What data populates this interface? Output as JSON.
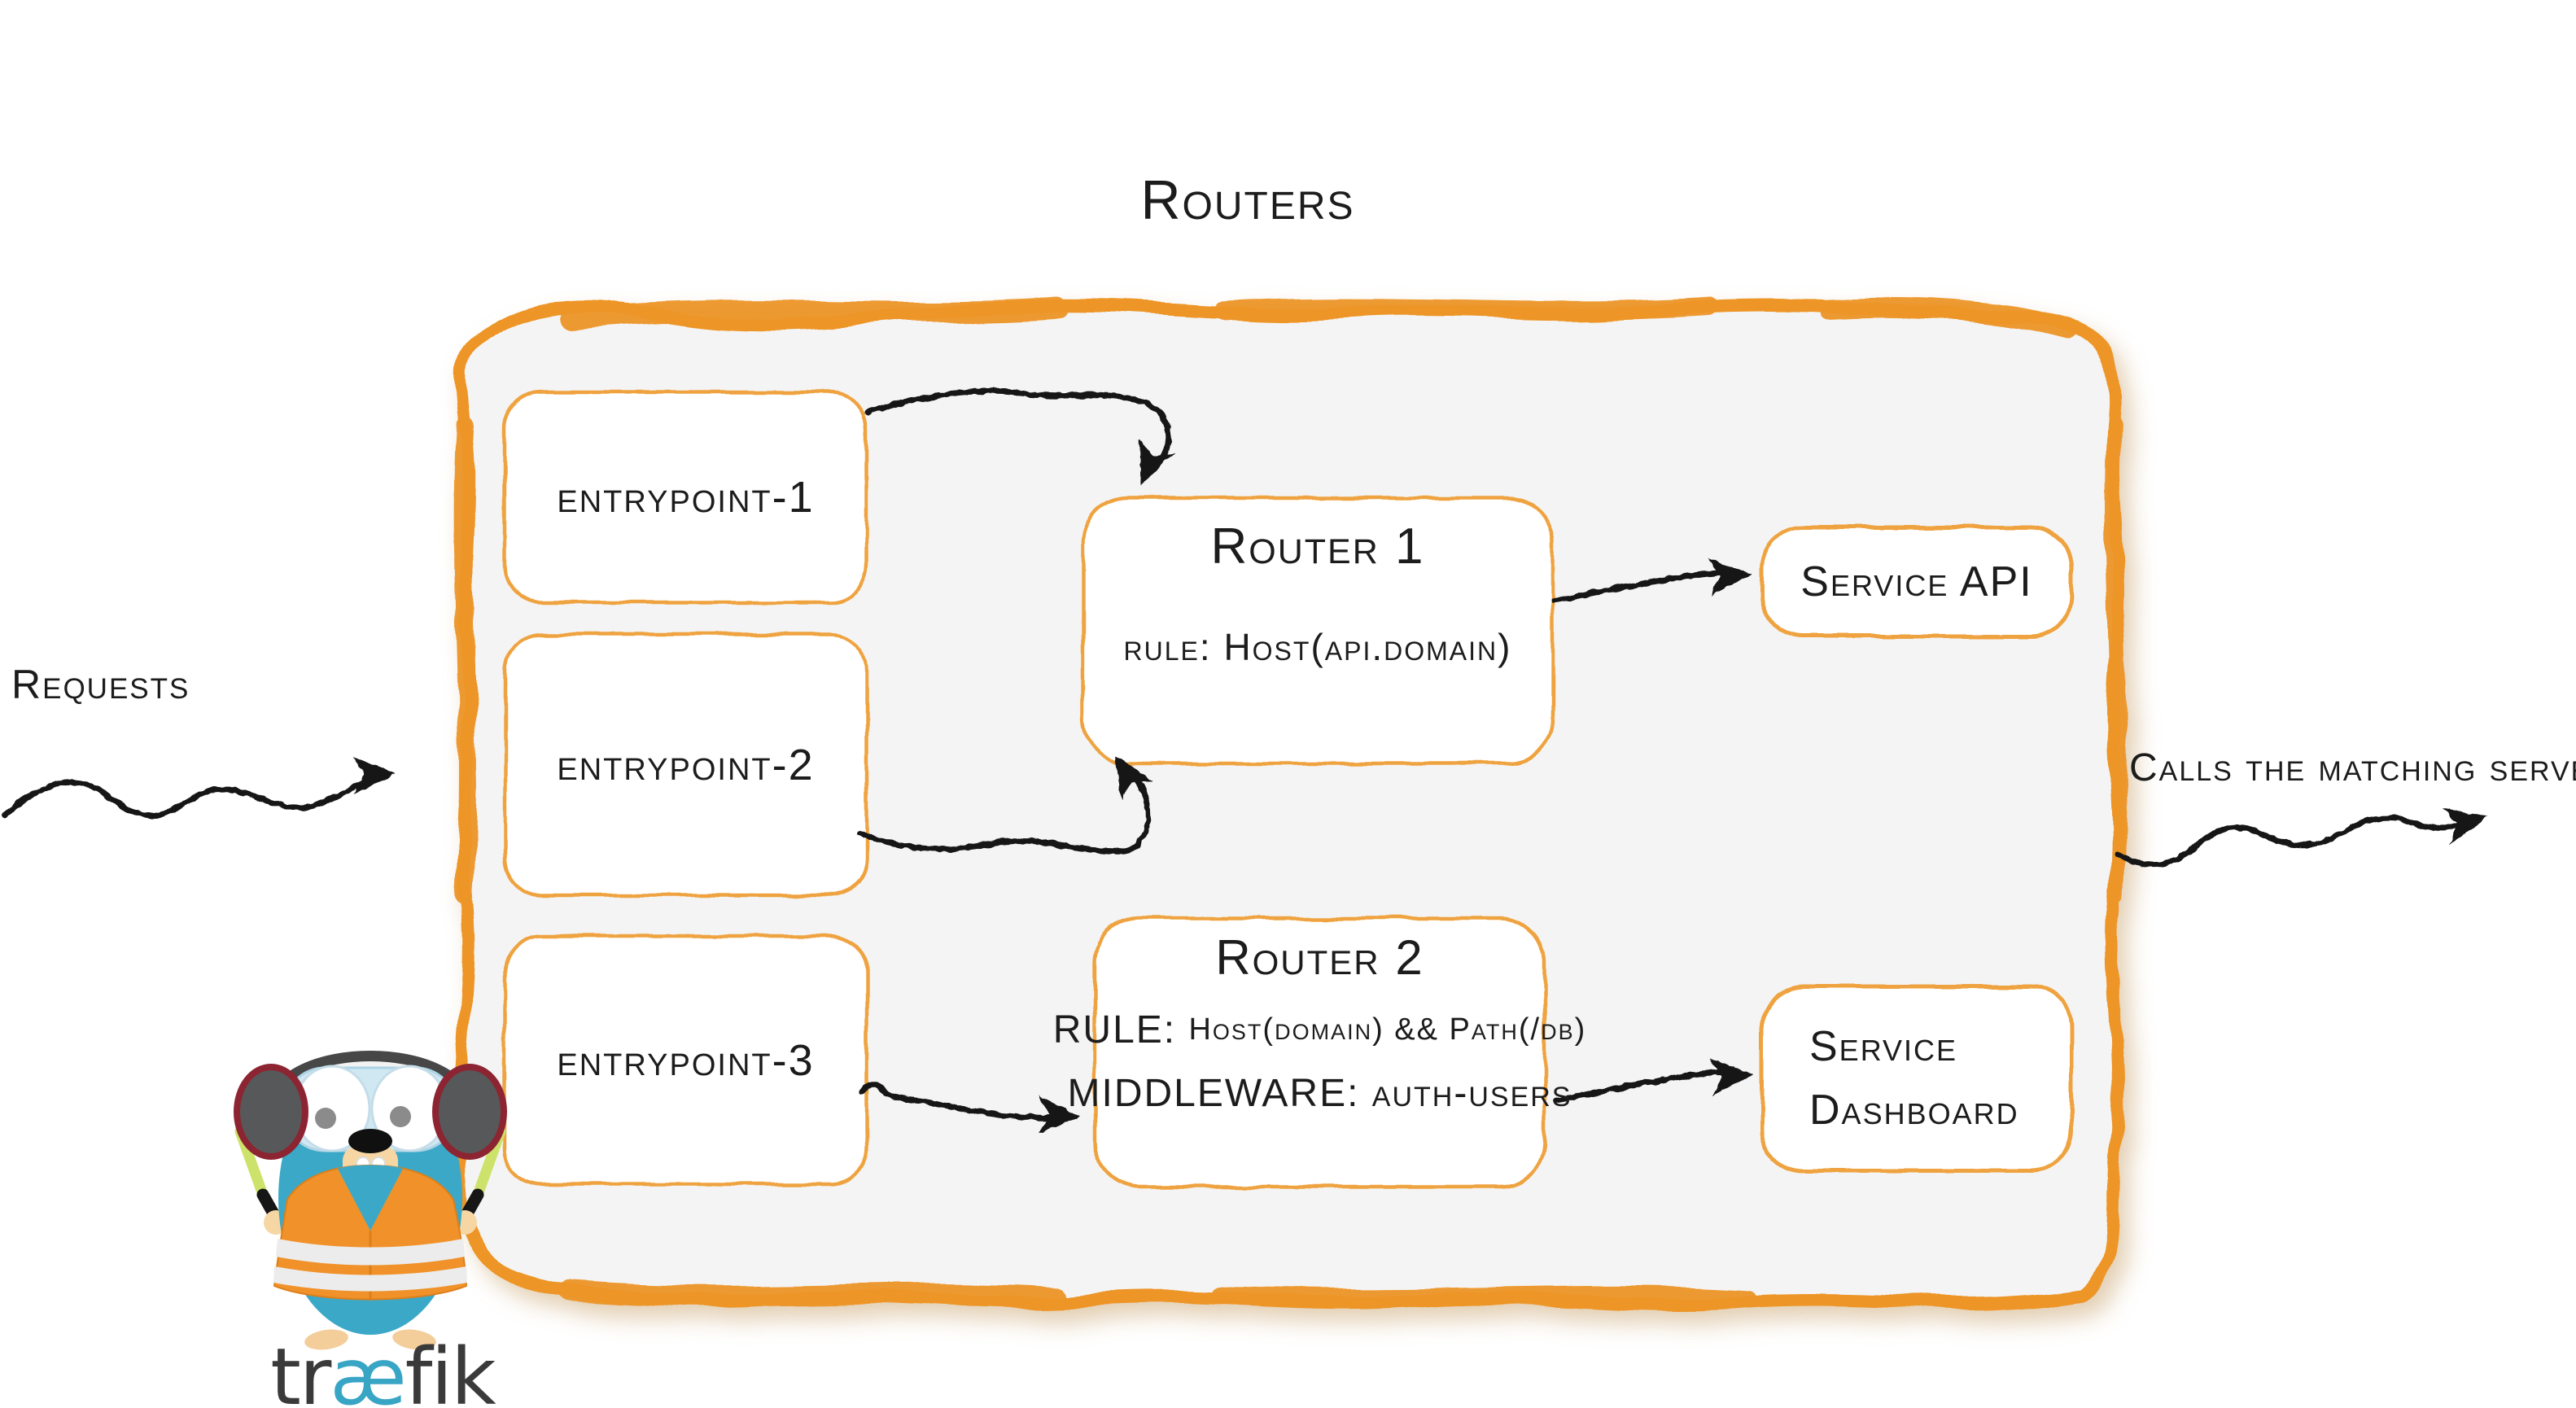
{
  "title": "Routers",
  "annotations": {
    "requests": "Requests",
    "calls_matching_server": "Calls the matching server"
  },
  "entrypoints": [
    {
      "label": "entrypoint-1"
    },
    {
      "label": "entrypoint-2"
    },
    {
      "label": "entrypoint-3"
    }
  ],
  "routers": [
    {
      "name": "Router 1",
      "rule": "rule: Host(api.domain)"
    },
    {
      "name": "Router 2",
      "rule_label": "RULE:",
      "rule_value": "Host(domain) && Path(/db)",
      "middleware_label": "MIDDLEWARE:",
      "middleware_value": "auth-users"
    }
  ],
  "services": [
    {
      "label": "Service API"
    },
    {
      "label": "Service Dashboard"
    }
  ],
  "logo": {
    "brand_pre": "tr",
    "brand_ae": "æ",
    "brand_post": "fik"
  },
  "colors": {
    "frame_orange": "#ED9526",
    "box_border": "#EFA33F",
    "inner_background": "#F4F4F4",
    "ink": "#1C1C1C",
    "brand_teal": "#38A5C5",
    "brand_dark": "#3A3A3A",
    "vest_orange": "#F09229",
    "baton_green": "#CDE26A"
  }
}
